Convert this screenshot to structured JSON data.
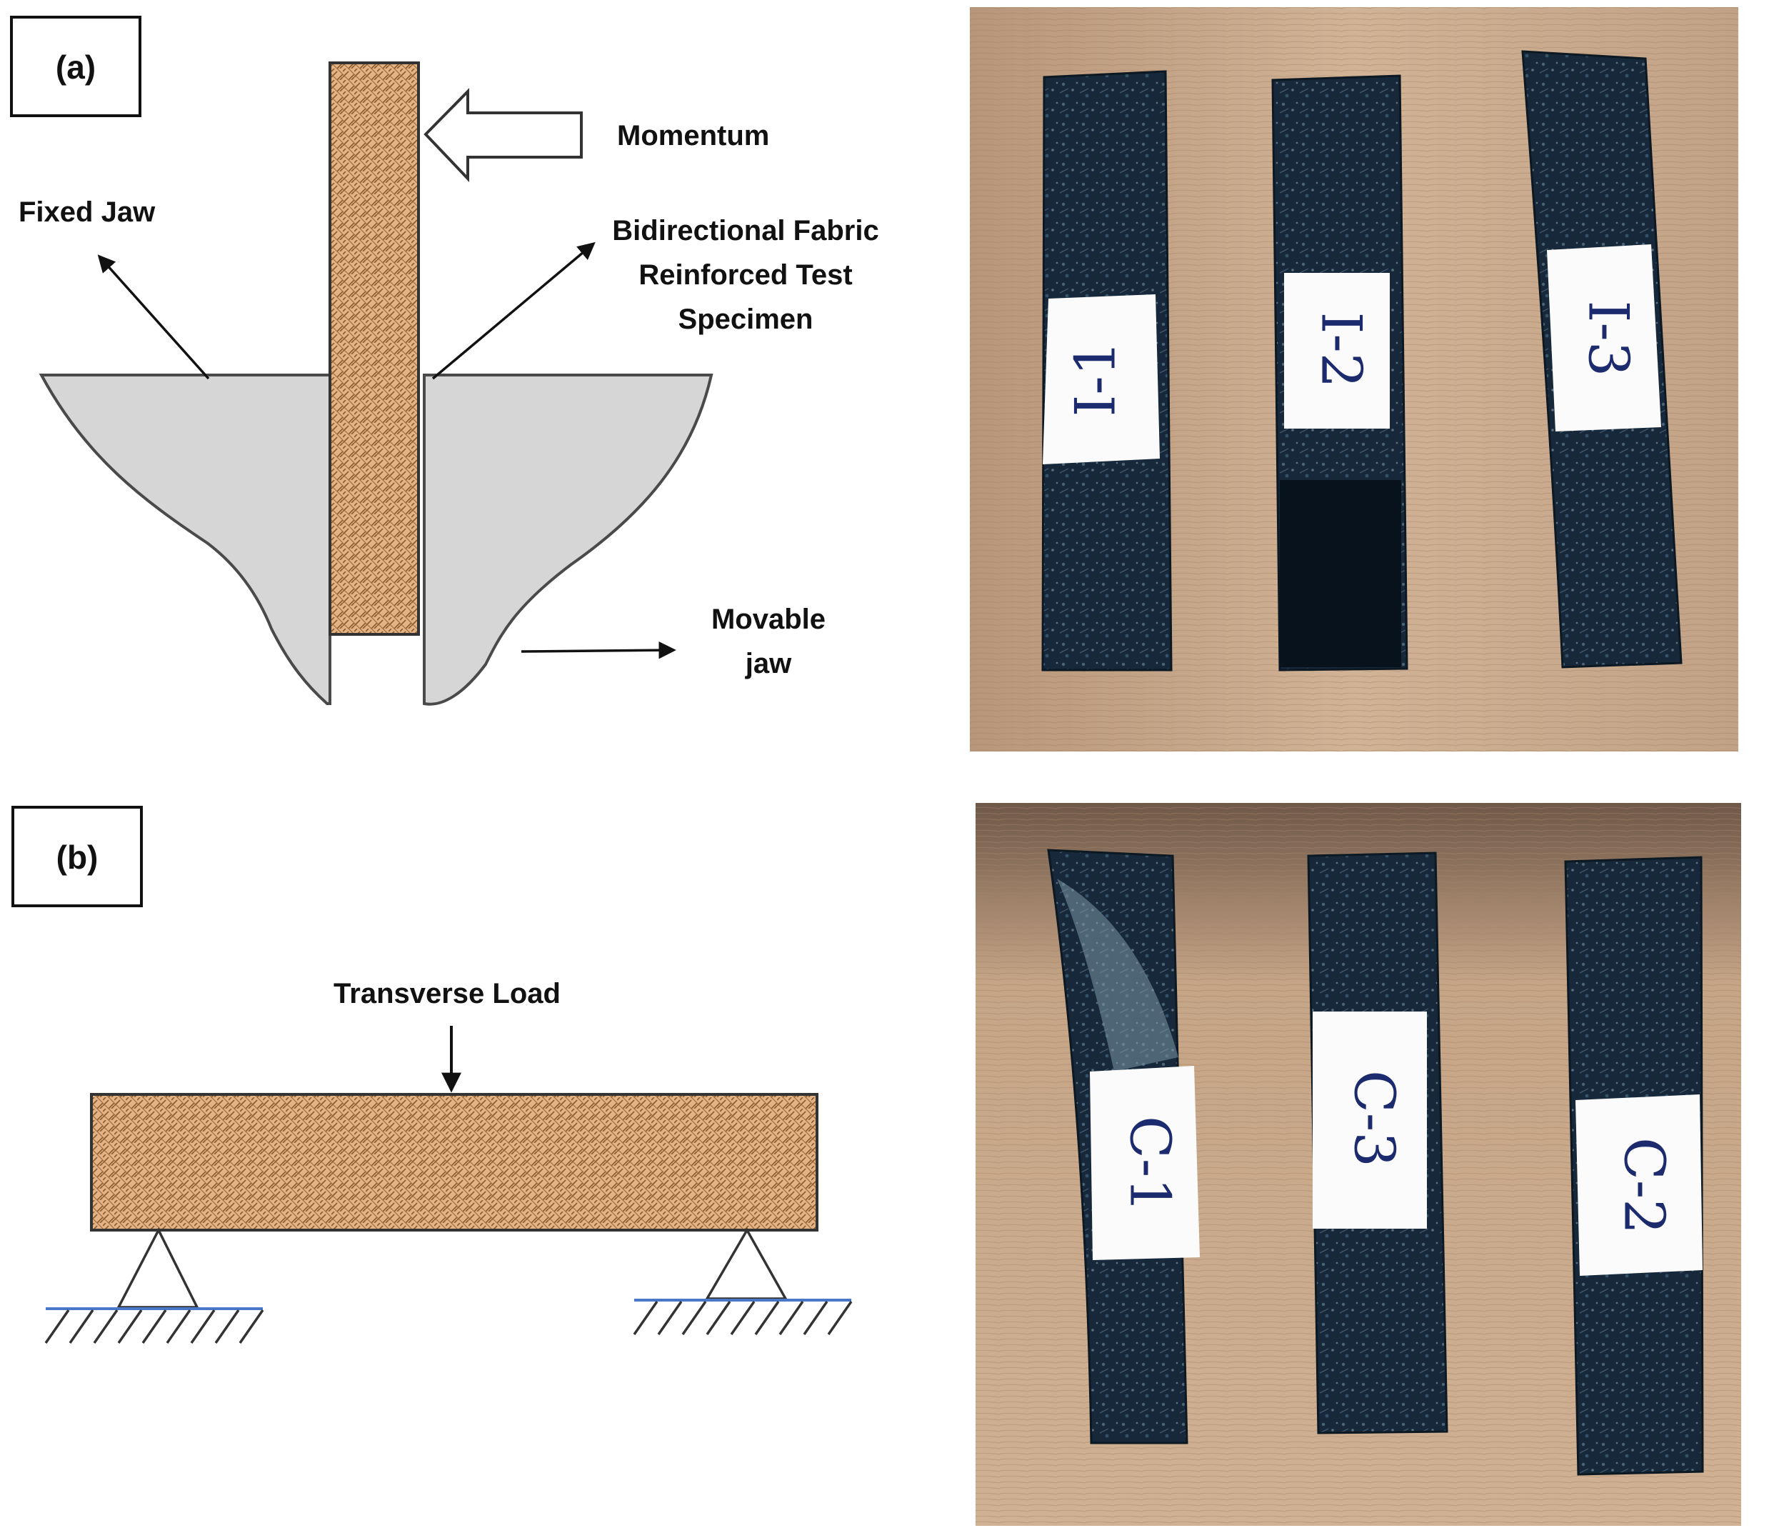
{
  "panel_a": {
    "label": "(a)",
    "momentum": "Momentum",
    "fixed_jaw": "Fixed Jaw",
    "specimen_line1": "Bidirectional Fabric",
    "specimen_line2": "Reinforced Test",
    "specimen_line3": "Specimen",
    "movable_line1": "Movable",
    "movable_line2": "jaw",
    "photo_tags": [
      "I-1",
      "I-2",
      "I-3"
    ]
  },
  "panel_b": {
    "label": "(b)",
    "load": "Transverse Load",
    "photo_tags": [
      "C-1",
      "C-3",
      "C-2"
    ]
  },
  "colors": {
    "fabric": "#e3b385",
    "fabric_line": "#8a5a2b",
    "jaw_fill": "#d6d6d6",
    "wood": "#c9a88a",
    "specimen": "#152a3a",
    "support_line": "#4a78c8"
  }
}
